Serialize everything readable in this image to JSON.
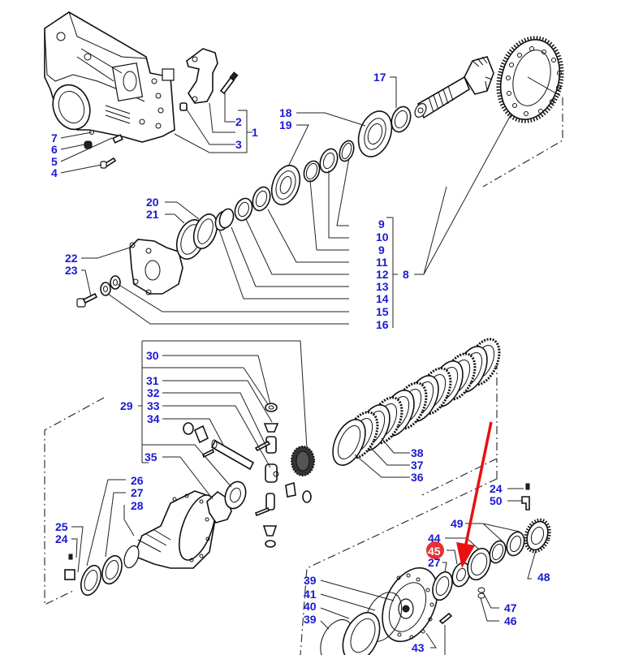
{
  "diagram": {
    "title": "Exploded parts diagram - rear axle differential / bevel gear assembly",
    "label_color": "#1a1ad0",
    "highlight_color": "#e83030",
    "arrow_color": "#e81010",
    "highlighted_part": "45",
    "callouts": [
      {
        "id": "c1",
        "text": "1"
      },
      {
        "id": "c2",
        "text": "2"
      },
      {
        "id": "c3",
        "text": "3"
      },
      {
        "id": "c4",
        "text": "4"
      },
      {
        "id": "c5",
        "text": "5"
      },
      {
        "id": "c6",
        "text": "6"
      },
      {
        "id": "c7",
        "text": "7"
      },
      {
        "id": "c8",
        "text": "8"
      },
      {
        "id": "c9a",
        "text": "9"
      },
      {
        "id": "c10",
        "text": "10"
      },
      {
        "id": "c9b",
        "text": "9"
      },
      {
        "id": "c11",
        "text": "11"
      },
      {
        "id": "c12",
        "text": "12"
      },
      {
        "id": "c13",
        "text": "13"
      },
      {
        "id": "c14",
        "text": "14"
      },
      {
        "id": "c15",
        "text": "15"
      },
      {
        "id": "c16",
        "text": "16"
      },
      {
        "id": "c17",
        "text": "17"
      },
      {
        "id": "c18",
        "text": "18"
      },
      {
        "id": "c19",
        "text": "19"
      },
      {
        "id": "c20",
        "text": "20"
      },
      {
        "id": "c21",
        "text": "21"
      },
      {
        "id": "c22",
        "text": "22"
      },
      {
        "id": "c23",
        "text": "23"
      },
      {
        "id": "c24a",
        "text": "24"
      },
      {
        "id": "c25",
        "text": "25"
      },
      {
        "id": "c26",
        "text": "26"
      },
      {
        "id": "c27a",
        "text": "27"
      },
      {
        "id": "c28",
        "text": "28"
      },
      {
        "id": "c29",
        "text": "29"
      },
      {
        "id": "c30",
        "text": "30"
      },
      {
        "id": "c31",
        "text": "31"
      },
      {
        "id": "c32",
        "text": "32"
      },
      {
        "id": "c33",
        "text": "33"
      },
      {
        "id": "c34",
        "text": "34"
      },
      {
        "id": "c35",
        "text": "35"
      },
      {
        "id": "c36",
        "text": "36"
      },
      {
        "id": "c37",
        "text": "37"
      },
      {
        "id": "c38",
        "text": "38"
      },
      {
        "id": "c39a",
        "text": "39"
      },
      {
        "id": "c41",
        "text": "41"
      },
      {
        "id": "c40",
        "text": "40"
      },
      {
        "id": "c39b",
        "text": "39"
      },
      {
        "id": "c43",
        "text": "43"
      },
      {
        "id": "c44",
        "text": "44"
      },
      {
        "id": "c45",
        "text": "45"
      },
      {
        "id": "c27b",
        "text": "27"
      },
      {
        "id": "c49",
        "text": "49"
      },
      {
        "id": "c24b",
        "text": "24"
      },
      {
        "id": "c50",
        "text": "50"
      },
      {
        "id": "c48",
        "text": "48"
      },
      {
        "id": "c47",
        "text": "47"
      },
      {
        "id": "c46",
        "text": "46"
      }
    ]
  }
}
